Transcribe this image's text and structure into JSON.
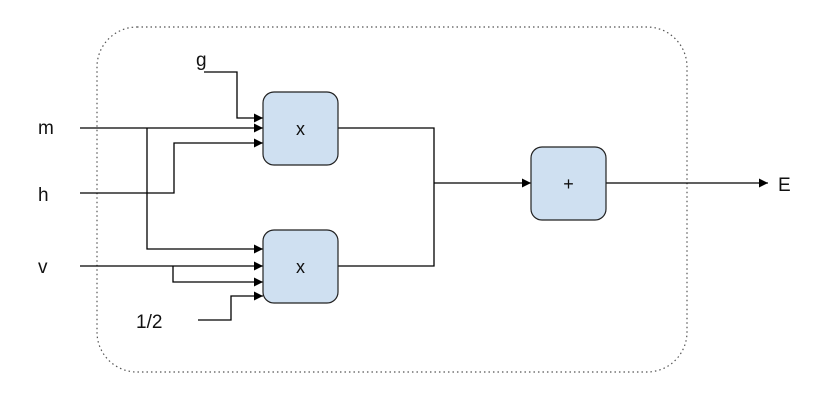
{
  "inputs": {
    "g": "g",
    "m": "m",
    "h": "h",
    "v": "v",
    "half": "1/2"
  },
  "operators": {
    "multiply_top": "x",
    "multiply_bottom": "x",
    "add": "+"
  },
  "output": "E",
  "colors": {
    "operator_fill": "#cfe0f1",
    "stroke": "#000000"
  }
}
